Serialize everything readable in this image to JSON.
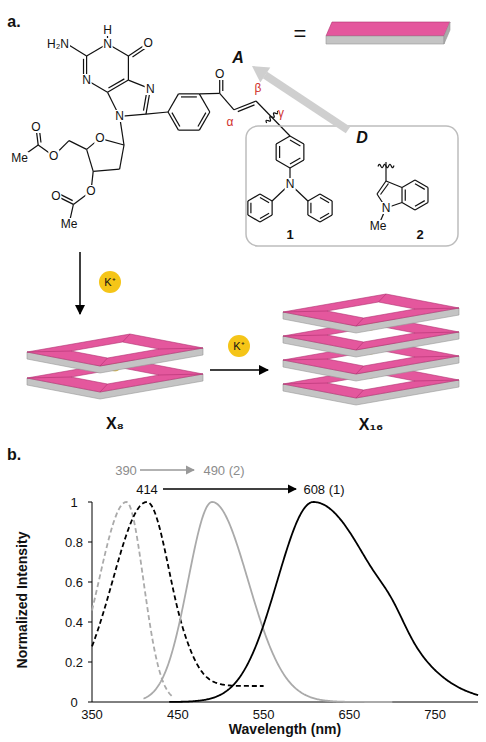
{
  "diagram": {
    "nodes": [
      {
        "text": [
          "X₈"
        ]
      },
      {
        "text": [
          "X₁₆"
        ]
      }
    ],
    "edges": [
      {
        "from": 0,
        "to": 1,
        "arrow": "to",
        "label": "K⁺"
      }
    ],
    "labels": [
      "a.",
      "H",
      "N",
      "H₂N",
      "O",
      "N",
      "N",
      "N",
      "O",
      "O",
      "Me",
      "O",
      "O",
      "O",
      "Me",
      "O",
      "α",
      "β",
      "γ",
      "A",
      "D",
      "=",
      "N",
      "1",
      "N",
      "Me",
      "2",
      "K⁺",
      "b.",
      "390",
      "490 (2)",
      "414",
      "608 (1)",
      "Normalized Intensity",
      "Wavelength (nm)",
      "0",
      "0.2",
      "0.4",
      "0.6",
      "0.8",
      "1",
      "350",
      "450",
      "550",
      "650",
      "750"
    ]
  }
}
